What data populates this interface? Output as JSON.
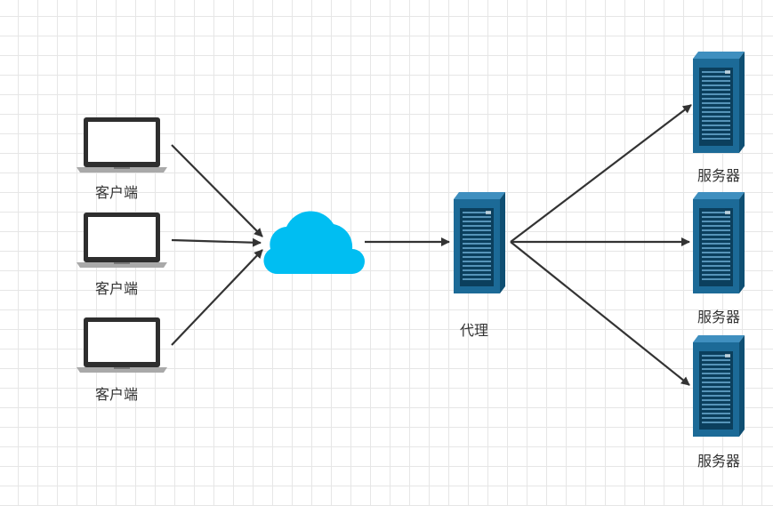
{
  "diagram": {
    "clients": [
      {
        "label": "客户端"
      },
      {
        "label": "客户端"
      },
      {
        "label": "客户端"
      }
    ],
    "cloud": {
      "icon": "cloud-icon",
      "color": "#00bef2"
    },
    "proxy": {
      "label": "代理",
      "icon": "server-icon"
    },
    "servers": [
      {
        "label": "服务器"
      },
      {
        "label": "服务器"
      },
      {
        "label": "服务器"
      }
    ],
    "colors": {
      "server_front": "#1c6a97",
      "server_side": "#0f4f73",
      "server_top": "#3f8fbf",
      "arrow": "#333333",
      "laptop": "#2e2e2e"
    }
  }
}
